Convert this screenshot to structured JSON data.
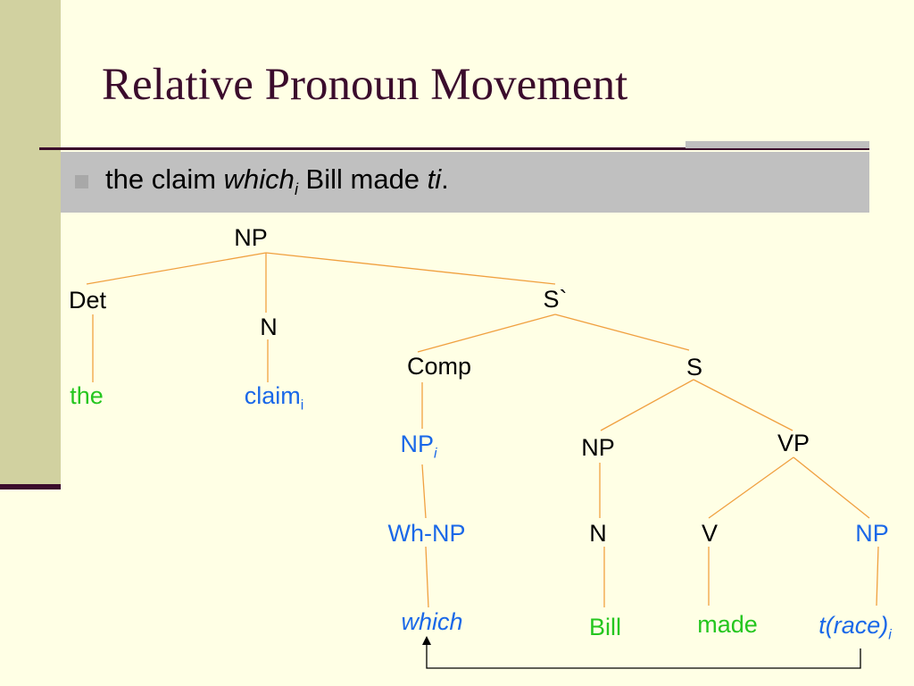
{
  "slide": {
    "title": "Relative Pronoun Movement",
    "bullet": {
      "part1": "the claim ",
      "which": "which",
      "which_sub": "i",
      "part2": " Bill made ",
      "ti": "ti",
      "end": "."
    }
  },
  "tree": {
    "nodes": {
      "np_root": "NP",
      "det": "Det",
      "n_top": "N",
      "sbar": "S`",
      "the": "the",
      "claim": "claim",
      "claim_sub": "i",
      "comp": "Comp",
      "s": "S",
      "np_i": "NP",
      "np_i_sub": "i",
      "np_subj": "NP",
      "vp": "VP",
      "wh_np": "Wh-NP",
      "n_bill": "N",
      "v": "V",
      "np_obj": "NP",
      "which": "which",
      "bill": "Bill",
      "made": "made",
      "trace": "t(race)",
      "trace_sub": "i"
    }
  },
  "colors": {
    "background": "#ffffe5",
    "title": "#3b0c2c",
    "branch": "#f0a040",
    "blue_text": "#1a68e8",
    "green_text": "#25c61f"
  }
}
